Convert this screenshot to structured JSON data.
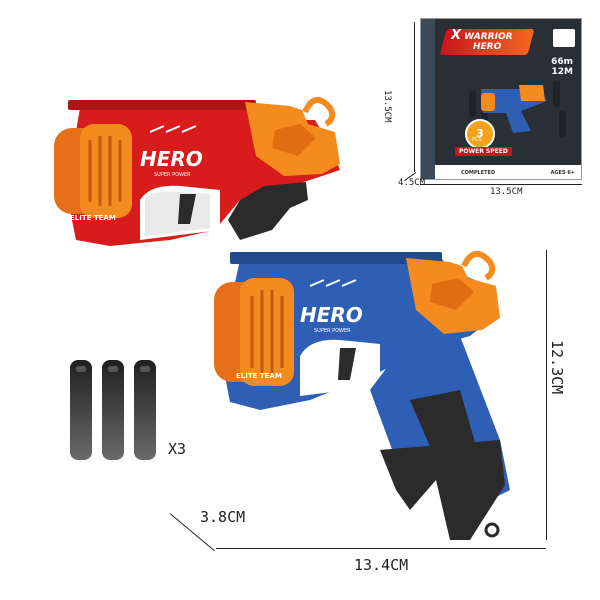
{
  "package": {
    "title_line1": "WARRIOR",
    "title_line2": "HERO",
    "title_prefix": "X",
    "spec_line1": "66m",
    "spec_line2": "12M",
    "badge": "3",
    "badge_sub": "PCS",
    "speed_label": "POWER SPEED",
    "completed_label": "COMPLETED",
    "ages_label": "AGES 6+",
    "height_label": "13.5CM",
    "depth_label": "4.5CM",
    "width_label": "13.5CM"
  },
  "red_blaster": {
    "brand": "HERO",
    "tagline": "SUPER POWER",
    "team": "ELITE TEAM",
    "colors": {
      "body": "#d81c1c",
      "accent": "#f58a1f",
      "grip": "#2b2b2b"
    }
  },
  "blue_blaster": {
    "brand": "HERO",
    "tagline": "SUPER POWER",
    "team": "ELITE TEAM",
    "colors": {
      "body": "#2f5fb5",
      "accent": "#f58a1f",
      "grip": "#2b2b2b"
    }
  },
  "darts": {
    "count_label": "X3",
    "color": "#3a3a3a"
  },
  "dimensions": {
    "height_label": "12.3CM",
    "depth_label": "3.8CM",
    "width_label": "13.4CM"
  }
}
